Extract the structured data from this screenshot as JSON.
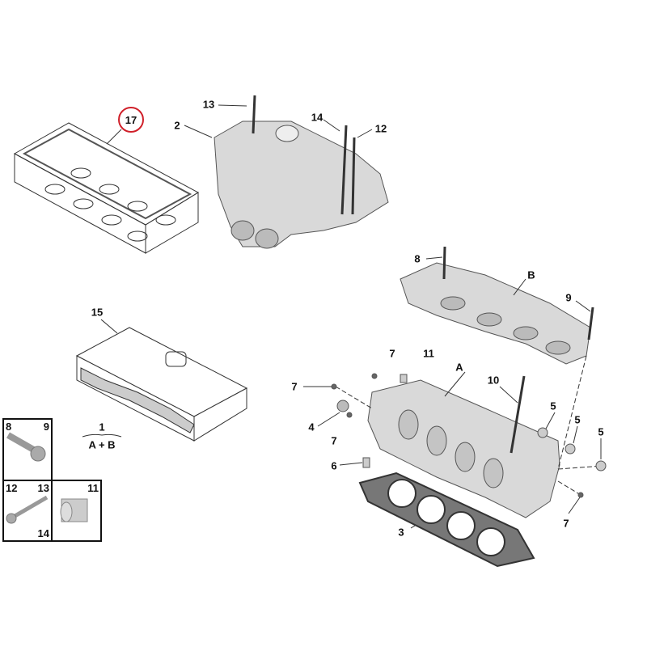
{
  "title_callout": "17",
  "callouts": {
    "c13": "13",
    "c2": "2",
    "c14": "14",
    "c12": "12",
    "c15": "15",
    "c8": "8",
    "cB": "B",
    "c9": "9",
    "c7a": "7",
    "c11": "11",
    "cA": "A",
    "c10": "10",
    "c7b": "7",
    "c5a": "5",
    "c5b": "5",
    "c5c": "5",
    "c4": "4",
    "c7c": "7",
    "c6": "6",
    "c3": "3",
    "c7d": "7"
  },
  "assembly": {
    "number": "1",
    "formula": "A + B"
  },
  "legend": {
    "bolt_long": {
      "left": "8",
      "right": "9"
    },
    "bolt_thin": {
      "left": "12",
      "right": "13",
      "bottom": "14"
    },
    "sleeve": {
      "label": "11"
    }
  },
  "colors": {
    "highlight": "#d0202a",
    "part_fill": "#d9d9d9",
    "outline": "#333333"
  }
}
